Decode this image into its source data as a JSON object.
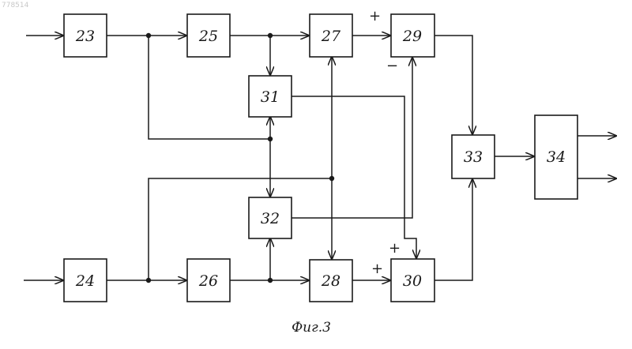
{
  "watermark": "778514",
  "caption": "Фиг.3",
  "blocks": {
    "b23": "23",
    "b24": "24",
    "b25": "25",
    "b26": "26",
    "b27": "27",
    "b28": "28",
    "b29": "29",
    "b30": "30",
    "b31": "31",
    "b32": "32",
    "b33": "33",
    "b34": "34"
  },
  "signs": {
    "b29_plus": "+",
    "b29_minus": "−",
    "b30_plus_left": "+",
    "b30_plus_top": "+"
  }
}
